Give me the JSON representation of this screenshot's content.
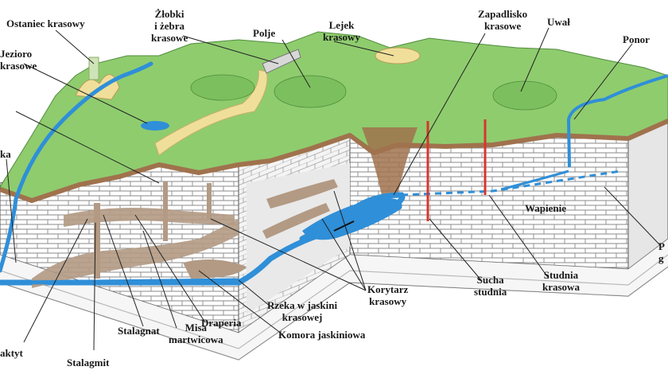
{
  "labels": {
    "ostaniec": "Ostaniec krasowy",
    "jezioro": "Jezioro\nkrasowe",
    "zlobki": "Żłobki\ni żebra\nkrasowe",
    "polje": "Polje",
    "lejek": "Lejek\nkrasowy",
    "zapadlisko": "Zapadlisko\nkrasowe",
    "uwal": "Uwał",
    "ponor": "Ponor",
    "ka": "ka",
    "wapienie": "Wapienie",
    "p_right": "P\ng",
    "korytarz": "Korytarz\nkrasowy",
    "sucha": "Sucha\nstudnia",
    "studnia": "Studnia\nkrasowa",
    "rzeka": "Rzeka w jaskini\nkrasowej",
    "komora": "Komora jaskiniowa",
    "draperia": "Draperia",
    "misa": "Misa\nmartwicowa",
    "stalagnat": "Stalagnat",
    "stalagmit": "Stalagmit",
    "stalaktyt": "aktyt"
  },
  "colors": {
    "grass": "#8fcc6e",
    "grass_dark": "#5aa045",
    "soil": "#a0724d",
    "water": "#2f8fd8",
    "rock": "#ffffff",
    "rock_line": "#7d7d7d",
    "cave": "#b39a84",
    "shaft": "#d8352e"
  }
}
